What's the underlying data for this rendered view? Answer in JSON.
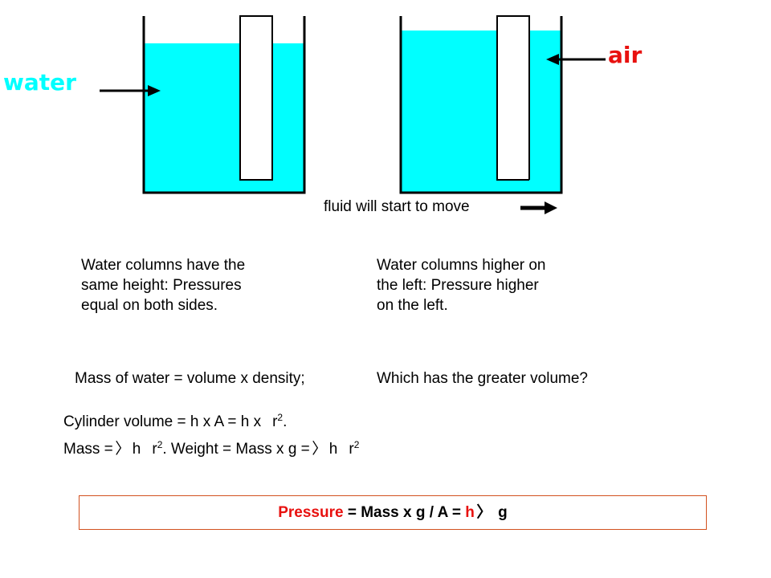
{
  "labels": {
    "water": "water",
    "air": "air",
    "fluid_move": "fluid will start to move"
  },
  "left_text": [
    "Water columns have the",
    "same height: Pressures",
    "equal on both sides."
  ],
  "right_text": [
    "Water columns higher on",
    "the left: Pressure higher",
    "on the left."
  ],
  "mass_line": {
    "left": "Mass of water = volume x density;",
    "right": "Which has the greater volume?"
  },
  "formulas": {
    "line1_text": "Cylinder volume = h x A = h x",
    "line1_r": "r",
    "line1_exp": "2",
    "line1_end": ".",
    "line2_mass": "Mass =",
    "line2_h": "h",
    "line2_r": "r",
    "line2_exp": "2",
    "line2_weight": ".  Weight = Mass x g =",
    "line2_h2": "h",
    "line2_r2": "r",
    "line2_exp2": "2",
    "rho_symbol": "〉"
  },
  "pressure": {
    "word": "Pressure",
    "rest": " = Mass x g / A = ",
    "h": "h",
    "rho": "〉",
    "g": " g"
  },
  "colors": {
    "water": "#00ffff",
    "wall": "#000000",
    "accent_red": "#e8110f",
    "box_border": "#d2511f"
  }
}
